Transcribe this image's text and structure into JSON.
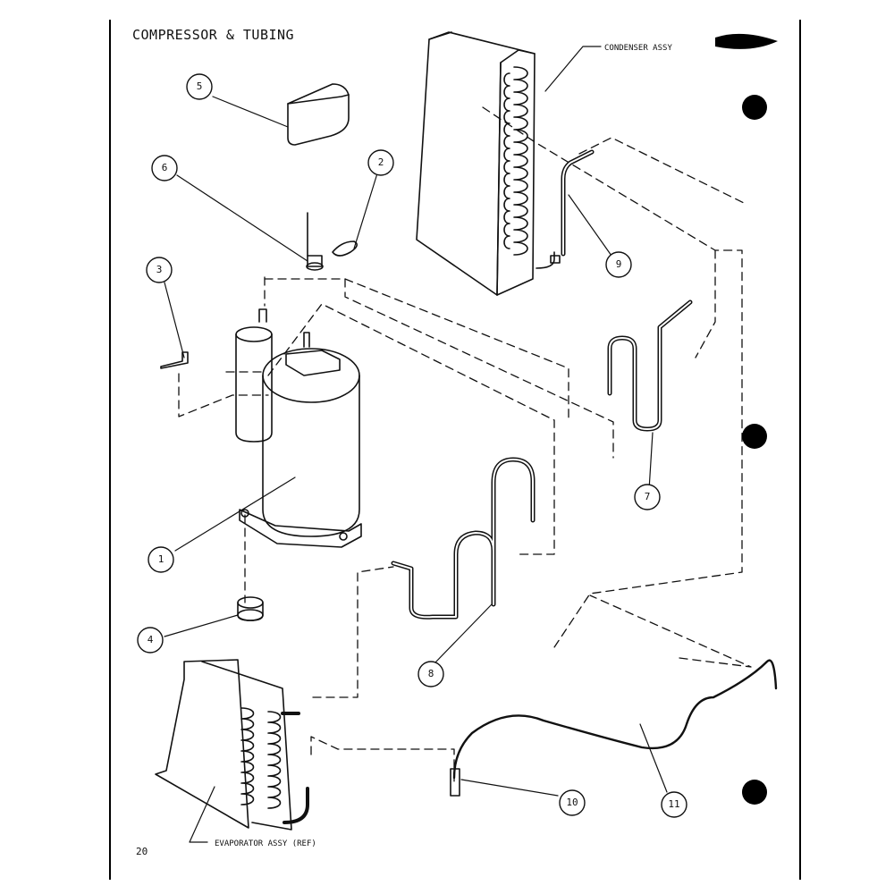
{
  "title": "COMPRESSOR & TUBING",
  "page_number": "20",
  "callouts": {
    "compressor": "1",
    "gasket": "2",
    "clip": "3",
    "grommet": "4",
    "cover": "5",
    "overload": "6",
    "discharge_tube": "7",
    "suction_tube": "8",
    "condenser_tube": "9",
    "strainer": "10",
    "capillary_tube": "11"
  },
  "labels": {
    "condenser": "CONDENSER ASSY",
    "evaporator": "EVAPORATOR ASSY (REF)"
  },
  "colors": {
    "ink": "#111111",
    "paper": "#ffffff"
  }
}
